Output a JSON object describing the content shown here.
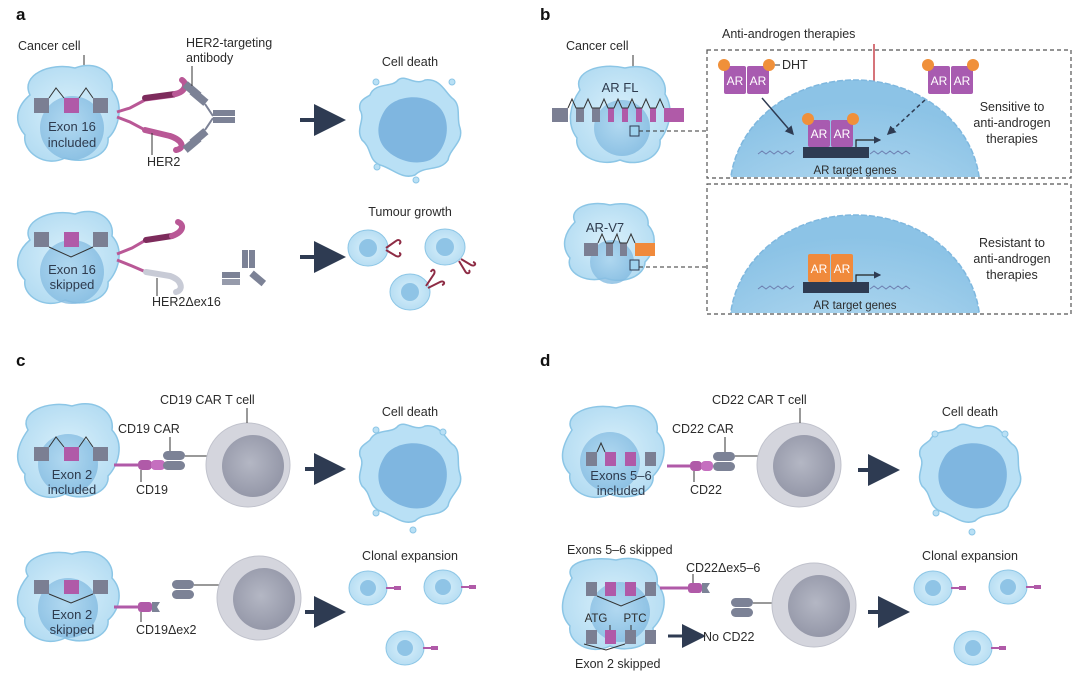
{
  "figure": {
    "colors": {
      "cell_fill": "#bfe3f5",
      "cell_stroke": "#8cc6e6",
      "nucleus": "#8fc4e6",
      "exon_grey": "#7b7f93",
      "exon_magenta": "#b05aa8",
      "exon_orange": "#f08a3c",
      "arrow": "#2e3b52",
      "her2_dark": "#7d2b5c",
      "her2_light": "#b95896",
      "her2_skipped": "#c8cbd6",
      "antibody": "#7c8296",
      "inhibitor_red": "#c9474f",
      "tcell_outer": "#d4d5dd",
      "tcell_inner": "#a4a7b6",
      "ar_purple": "#a85bb0",
      "dht_orange": "#f0903a",
      "dna_bar": "#2e3b52",
      "box_dash": "#555555"
    },
    "panels": {
      "a": {
        "label": "a",
        "cancer_cell": "Cancer cell",
        "antibody": [
          "HER2-targeting",
          "antibody"
        ],
        "exon_included": [
          "Exon 16",
          "included"
        ],
        "her2": "HER2",
        "cell_death": "Cell death",
        "exon_skipped": [
          "Exon 16",
          "skipped"
        ],
        "her2_variant": "HER2Δex16",
        "tumour_growth": "Tumour growth"
      },
      "b": {
        "label": "b",
        "cancer_cell": "Cancer cell",
        "ar_fl": "AR FL",
        "ar_v7": "AR-V7",
        "therapy": "Anti-androgen therapies",
        "dht": "DHT",
        "ar": "AR",
        "target_genes": "AR target genes",
        "sensitive": [
          "Sensitive to",
          "anti-androgen",
          "therapies"
        ],
        "resistant": [
          "Resistant to",
          "anti-androgen",
          "therapies"
        ]
      },
      "c": {
        "label": "c",
        "tcell": "CD19 CAR T cell",
        "car": "CD19 CAR",
        "exon_included": [
          "Exon 2",
          "included"
        ],
        "antigen": "CD19",
        "cell_death": "Cell death",
        "exon_skipped": [
          "Exon 2",
          "skipped"
        ],
        "variant": "CD19Δex2",
        "clonal": "Clonal expansion"
      },
      "d": {
        "label": "d",
        "tcell": "CD22 CAR T cell",
        "car": "CD22 CAR",
        "exon_included": [
          "Exons 5–6",
          "included"
        ],
        "antigen": "CD22",
        "cell_death": "Cell death",
        "exons_skipped_top": "Exons 5–6 skipped",
        "variant": "CD22Δex5–6",
        "atg": "ATG",
        "ptc": "PTC",
        "no_cd22": "No CD22",
        "exon2_skipped": "Exon 2 skipped",
        "clonal": "Clonal expansion"
      }
    }
  }
}
